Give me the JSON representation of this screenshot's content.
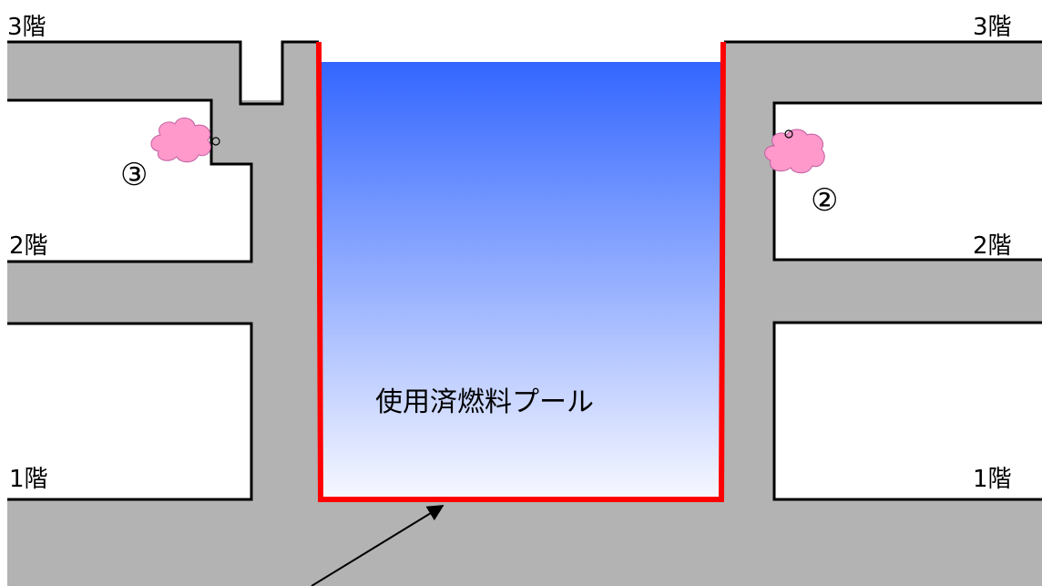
{
  "diagram": {
    "pool_label": "使用済燃料プール",
    "floors": {
      "left": {
        "third": "3階",
        "second": "2階",
        "first": "1階"
      },
      "right": {
        "third": "3階",
        "second": "2階",
        "first": "1階"
      }
    },
    "markers": {
      "left": "③",
      "right": "②"
    }
  },
  "colors": {
    "concrete": "#b3b3b3",
    "pool_liner": "#ff0000",
    "water_top": "#3366ff",
    "water_bottom": "#f7f8ff",
    "leak_cloud": "#ff99cc"
  }
}
